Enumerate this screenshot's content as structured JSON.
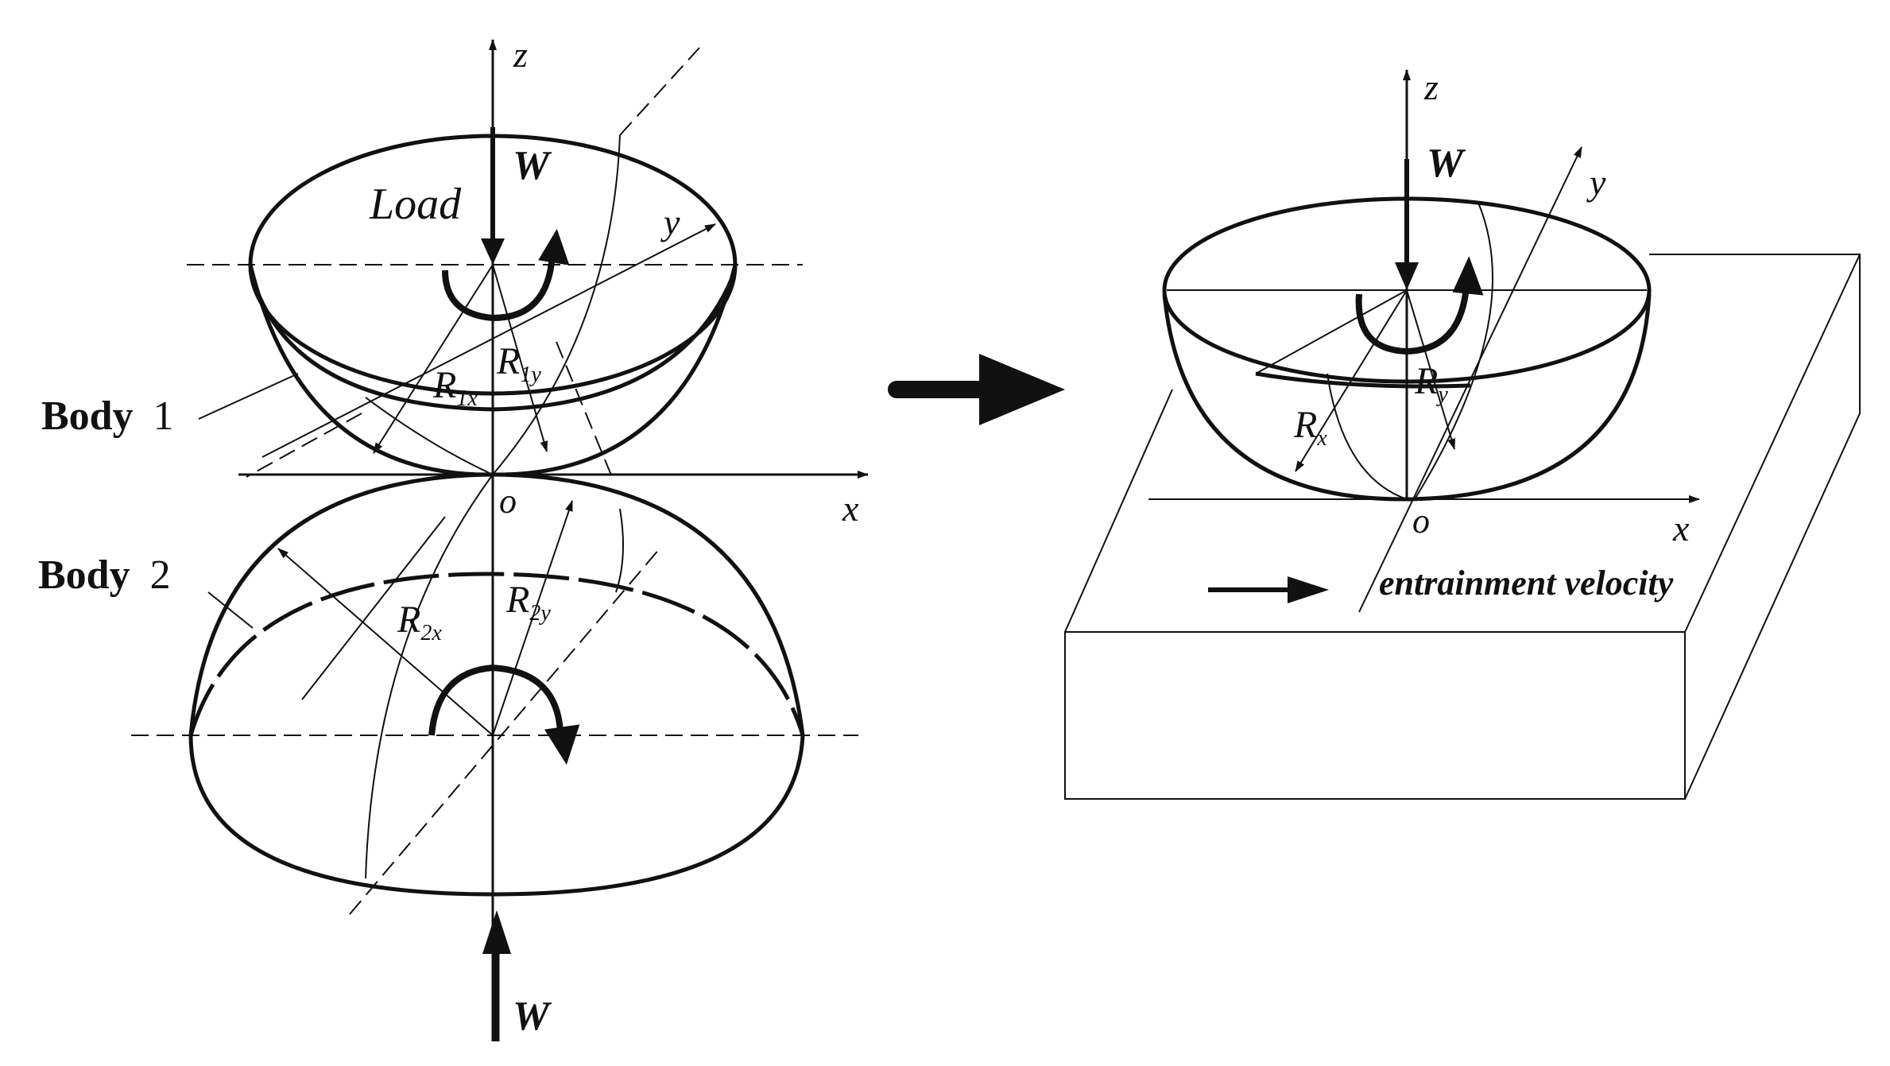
{
  "left_diagram": {
    "load_label": "Load",
    "load_symbol_top": "W",
    "load_symbol_bottom": "W",
    "body1_label": {
      "bold": "Body",
      "number": "1"
    },
    "body2_label": {
      "bold": "Body",
      "number": "2"
    },
    "axis_z": "z",
    "axis_y": "y",
    "axis_x": "x",
    "origin": "o",
    "radii": {
      "r1x": {
        "base": "R",
        "sub": "1x"
      },
      "r1y": {
        "base": "R",
        "sub": "1y"
      },
      "r2x": {
        "base": "R",
        "sub": "2x"
      },
      "r2y": {
        "base": "R",
        "sub": "2y"
      }
    }
  },
  "right_diagram": {
    "load_symbol": "W",
    "axis_z": "z",
    "axis_y": "y",
    "axis_x": "x",
    "origin": "o",
    "radii": {
      "rx": {
        "base": "R",
        "sub": "x"
      },
      "ry": {
        "base": "R",
        "sub": "y"
      }
    },
    "velocity_label": "entrainment velocity"
  }
}
